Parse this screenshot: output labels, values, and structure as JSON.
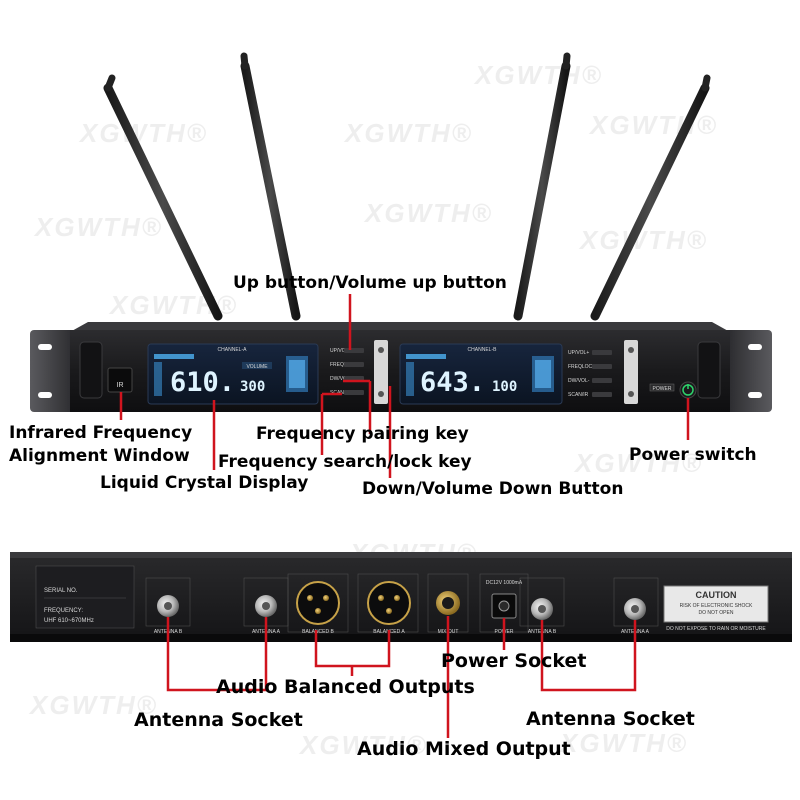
{
  "brand": {
    "watermark": "XGWTH",
    "mark": "®"
  },
  "front_panel": {
    "channel_a": {
      "header": "CHANNEL-A",
      "frequency": "610.",
      "frequency_suffix": "300",
      "volume_tag": "VOLUME"
    },
    "channel_b": {
      "header": "CHANNEL-B",
      "frequency": "643.",
      "frequency_suffix": "100"
    },
    "buttons": {
      "up": "UP/VOL+",
      "pair": "FREQLOCK",
      "down": "DW/VOL-",
      "scan": "SCAN/IR"
    },
    "ir_label": "IR",
    "power_label": "POWER"
  },
  "rear_panel": {
    "serial_label": "SERIAL NO.",
    "frequency_label": "FREQUENCY:",
    "frequency_range": "UHF 610~670MHz",
    "antenna_b": "ANTENNA B",
    "antenna_a": "ANTENNA A",
    "balanced_b": "BALANCED B",
    "balanced_a": "BALANCED A",
    "mix_out": "MIX OUT",
    "dc_rating": "DC12V 1000mA",
    "power": "POWER",
    "caution_title": "CAUTION",
    "caution_line1": "RISK OF ELECTRONIC SHOCK",
    "caution_line2": "DO NOT OPEN",
    "caution_line3": "DO NOT EXPOSE TO RAIN OR MOISTURE"
  },
  "callouts": {
    "up_button": "Up button/Volume up button",
    "infrared_line1": "Infrared Frequency",
    "infrared_line2": "Alignment Window",
    "pairing": "Frequency pairing key",
    "search_lock": "Frequency search/lock key",
    "lcd": "Liquid Crystal Display",
    "down_button": "Down/Volume Down Button",
    "power_switch": "Power switch",
    "power_socket": "Power Socket",
    "balanced_outputs": "Audio Balanced Outputs",
    "antenna_left": "Antenna Socket",
    "antenna_right": "Antenna Socket",
    "mixed_output": "Audio Mixed Output"
  },
  "colors": {
    "callout_line": "#d0141e",
    "chassis": "#1c1c1e",
    "lcd_background": "#0e1a2c",
    "power_led": "#2ed36b"
  }
}
